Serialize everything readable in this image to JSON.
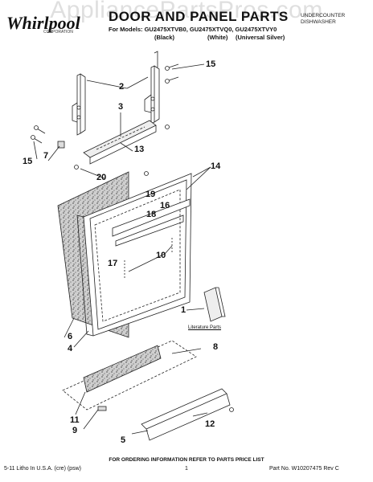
{
  "watermark": "AppliancePartsPros.com",
  "brand": {
    "logo_text": "Whirlpool",
    "logo_sub": "CORPORATION"
  },
  "header": {
    "title": "DOOR AND PANEL PARTS",
    "models": "For Models: GU2475XTVB0, GU2475XTVQ0, GU2475XTVY0",
    "colors": [
      "(Black)",
      "(White)",
      "(Universal Silver)"
    ],
    "right_title_line1": "UNDERCOUNTER",
    "right_title_line2": "DISHWASHER"
  },
  "callouts": {
    "c1": "1",
    "c2": "2",
    "c3": "3",
    "c4": "4",
    "c5": "5",
    "c6": "6",
    "c7": "7",
    "c8": "8",
    "c9": "9",
    "c10": "10",
    "c11": "11",
    "c12": "12",
    "c13": "13",
    "c14": "14",
    "c15a": "15",
    "c15b": "15",
    "c16": "16",
    "c17": "17",
    "c18": "18",
    "c19": "19",
    "c20": "20"
  },
  "literature_label": "Literature Parts",
  "footer": {
    "ordering": "FOR ORDERING INFORMATION REFER TO PARTS PRICE LIST",
    "litho": "5-11 Litho In U.S.A. (cre) (psw)",
    "page": "1",
    "part_no": "Part No. W10207475 Rev C"
  }
}
